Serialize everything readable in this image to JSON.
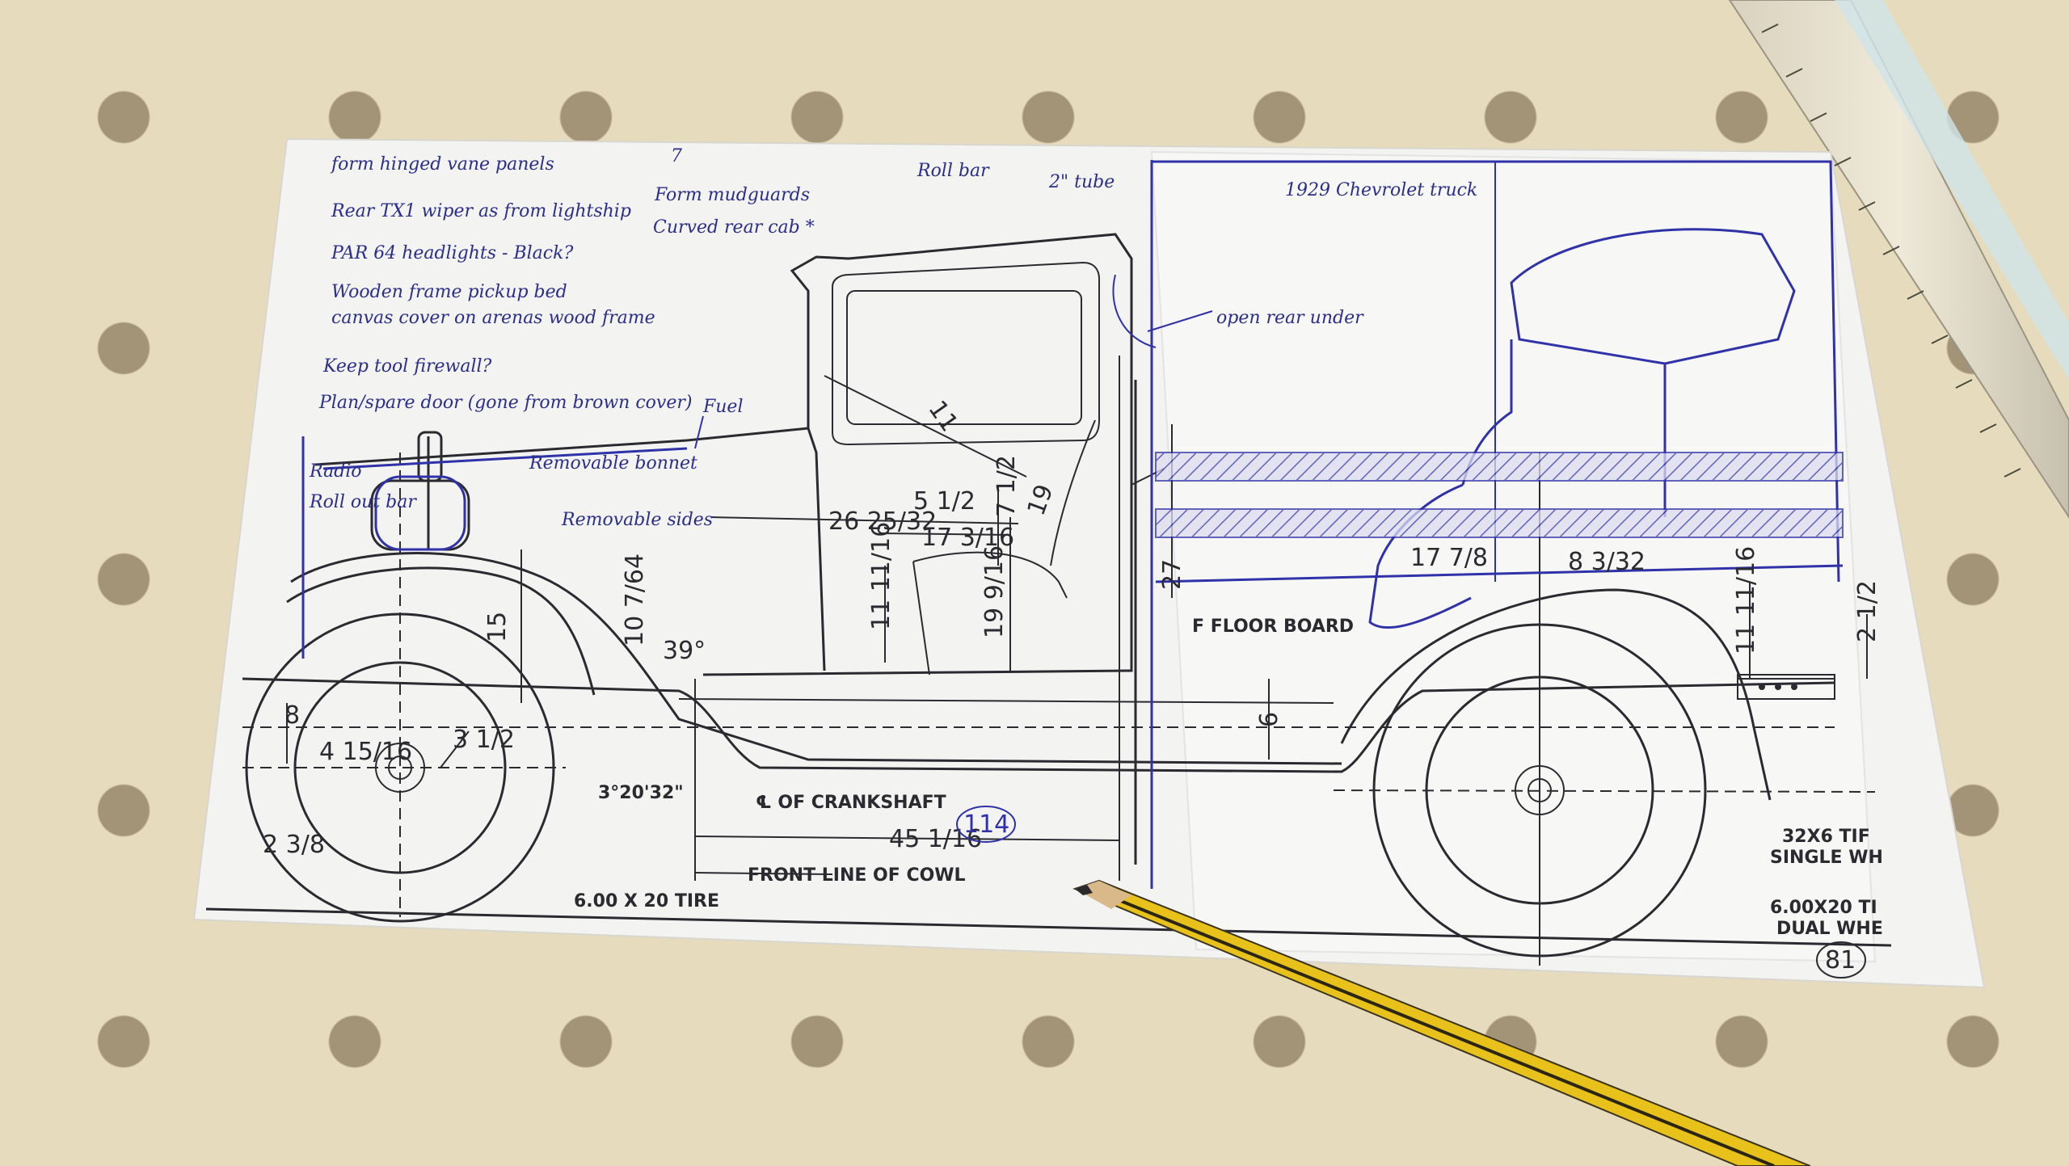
{
  "handwritten_notes": {
    "left": [
      "form hinged vane panels",
      "Rear TX1 wiper as from lightship",
      "PAR 64 headlights - Black?",
      "Wooden frame pickup bed",
      "canvas cover on arenas wood frame",
      "Keep tool firewall?",
      "Plan/spare door (gone from brown cover)"
    ],
    "top_middle": [
      "7",
      "Form mudguards",
      "Curved rear cab *"
    ],
    "top_labels": [
      "Roll bar",
      "2\" tube",
      "1929 Chevrolet truck",
      "open rear under"
    ],
    "side_labels": [
      "Radio",
      "Roll out bar",
      "Removable bonnet",
      "Removable sides",
      "Fuel"
    ]
  },
  "printed_labels": {
    "floor_board": "F FLOOR BOARD",
    "crankshaft": "℄ OF CRANKSHAFT",
    "front_line_of_cowl": "FRONT LINE OF COWL",
    "front_tire": "6.00 X 20 TIRE",
    "angle_spring": "3°20'32\"",
    "rear_tire_single": "32X6 TIF",
    "rear_tire_single_2": "SINGLE WH",
    "rear_tire_dual": "6.00X20 TI",
    "rear_tire_dual_2": "DUAL WHE"
  },
  "dimensions": {
    "cab_width": "26 25/32",
    "door": "5 1/2",
    "seat": "17 3/16",
    "seat_h": "7 1/2",
    "back": "19",
    "seat_riser": "19 9/16",
    "floor_h": "11 11/16",
    "angle": "39°",
    "hood_angle": "10 7/64",
    "windshield": "11",
    "bed_h": "27",
    "bed_a": "17 7/8",
    "bed_b": "8 3/32",
    "fender_h": "11 11/16",
    "frame_h": "6",
    "rear_offset": "2 1/2",
    "wheel_a": "8",
    "wheel_b": "4 15/16",
    "wheel_c": "3 1/2",
    "wheel_d": "2 3/8",
    "wheelbase_part": "45 1/16",
    "fender_drop": "15",
    "circled_114": "114",
    "circled_81": "81"
  },
  "colors": {
    "tablecloth": "#e6dcbd",
    "polka_dot": "#a39478",
    "paper": "#f3f3f1",
    "print_ink": "#2a2a30",
    "pen_ink": "#2f32a8",
    "pencil_yellow": "#e8c21a"
  }
}
